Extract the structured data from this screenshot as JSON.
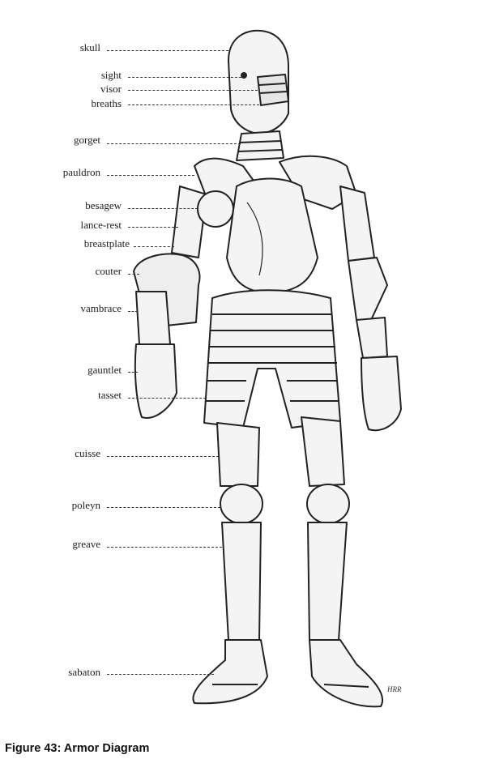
{
  "caption": "Figure 43: Armor Diagram",
  "signature": "HRR",
  "labels": [
    {
      "id": "skull",
      "text": "skull"
    },
    {
      "id": "sight",
      "text": "sight"
    },
    {
      "id": "visor",
      "text": "visor"
    },
    {
      "id": "breaths",
      "text": "breaths"
    },
    {
      "id": "gorget",
      "text": "gorget"
    },
    {
      "id": "pauldron",
      "text": "pauldron"
    },
    {
      "id": "besagew",
      "text": "besagew"
    },
    {
      "id": "lance-rest",
      "text": "lance-rest"
    },
    {
      "id": "breastplate",
      "text": "breastplate"
    },
    {
      "id": "couter",
      "text": "couter"
    },
    {
      "id": "vambrace",
      "text": "vambrace"
    },
    {
      "id": "gauntlet",
      "text": "gauntlet"
    },
    {
      "id": "tasset",
      "text": "tasset"
    },
    {
      "id": "cuisse",
      "text": "cuisse"
    },
    {
      "id": "poleyn",
      "text": "poleyn"
    },
    {
      "id": "greave",
      "text": "greave"
    },
    {
      "id": "sabaton",
      "text": "sabaton"
    }
  ]
}
